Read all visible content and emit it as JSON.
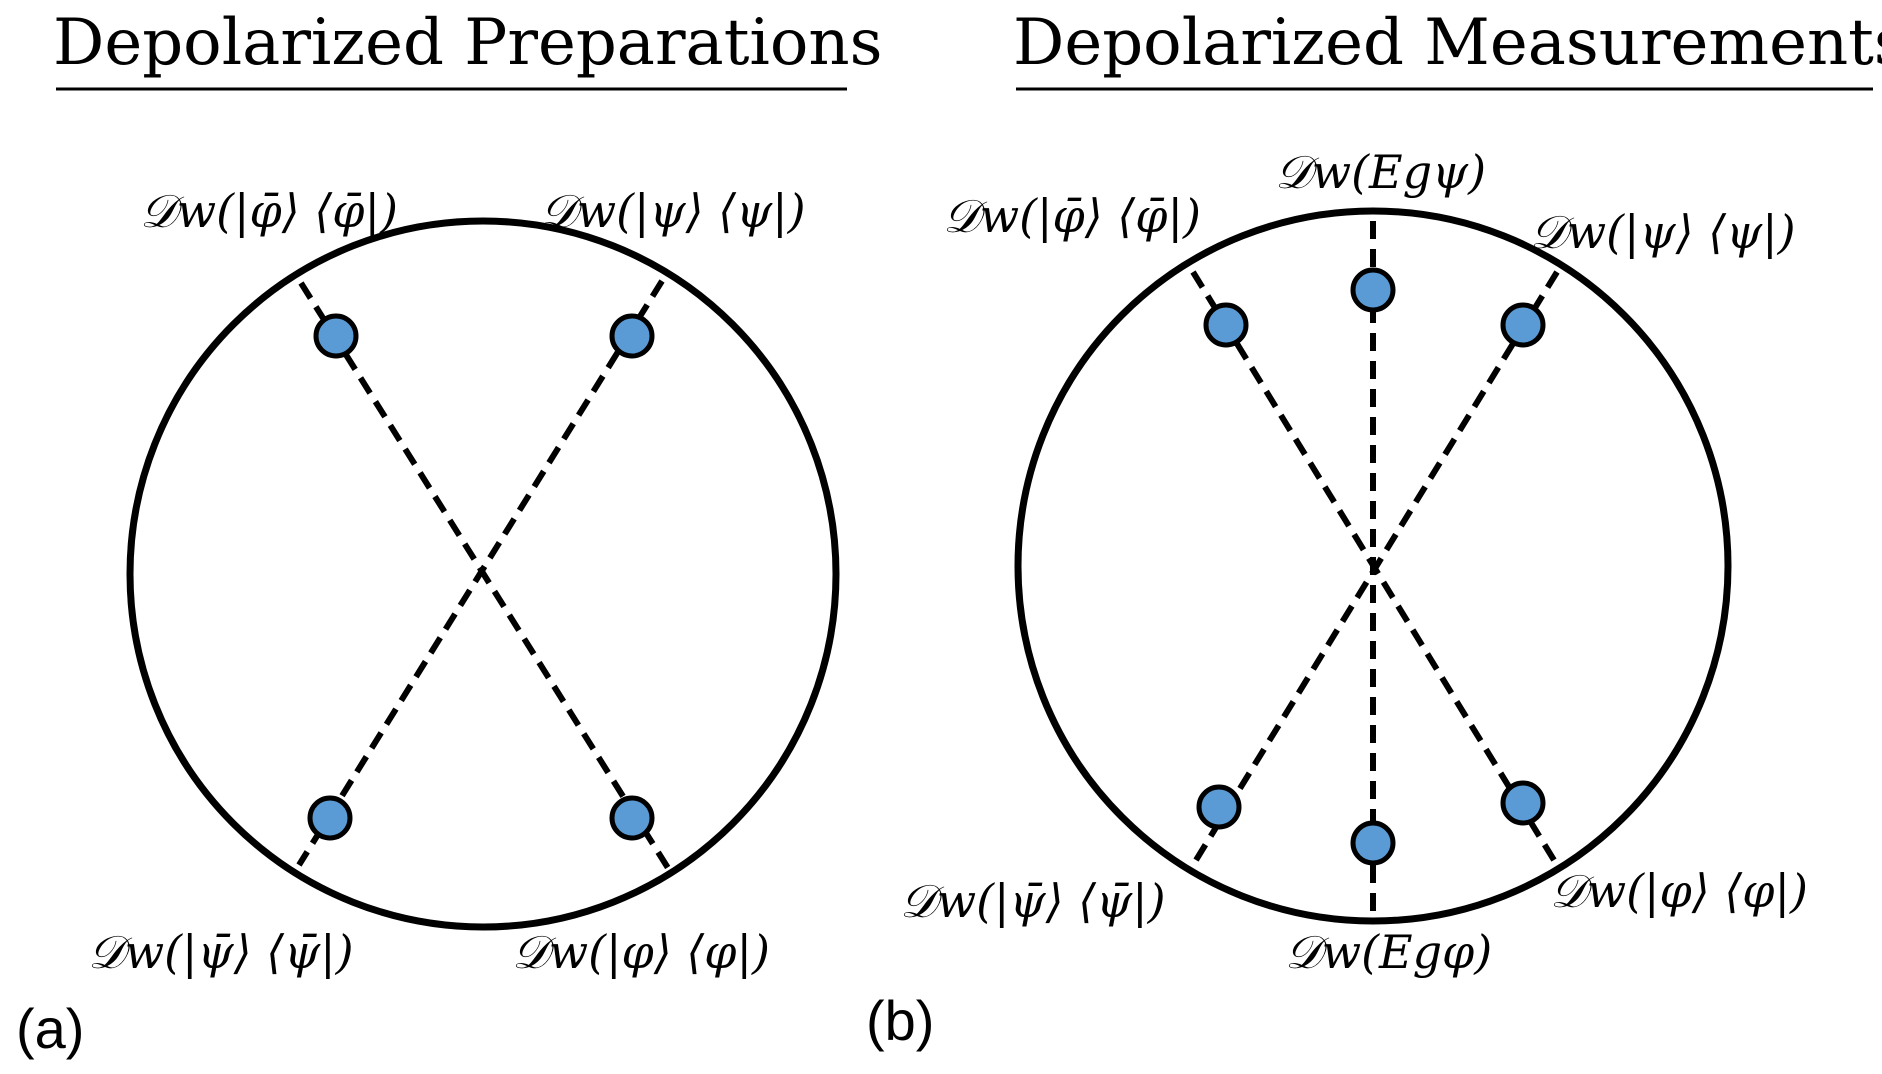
{
  "colors": {
    "dot_fill": "#5b9bd5",
    "stroke": "#000000"
  },
  "panel_a": {
    "title": "Depolarized Preparations",
    "label": "(a)",
    "states": {
      "phibar": "𝒟w(|φ̄⟩ ⟨φ̄|)",
      "psi": "𝒟w(|ψ⟩ ⟨ψ|)",
      "psibar": "𝒟w(|ψ̄⟩ ⟨ψ̄|)",
      "phi": "𝒟w(|φ⟩ ⟨φ|)"
    }
  },
  "panel_b": {
    "title": "Depolarized Measurements",
    "label": "(b)",
    "effects": {
      "e_psi": "𝒟w(Egψ)",
      "e_phi": "𝒟w(Egφ)"
    },
    "states": {
      "phibar": "𝒟w(|φ̄⟩ ⟨φ̄|)",
      "psi": "𝒟w(|ψ⟩ ⟨ψ|)",
      "psibar": "𝒟w(|ψ̄⟩ ⟨ψ̄|)",
      "phi": "𝒟w(|φ⟩ ⟨φ|)"
    }
  }
}
